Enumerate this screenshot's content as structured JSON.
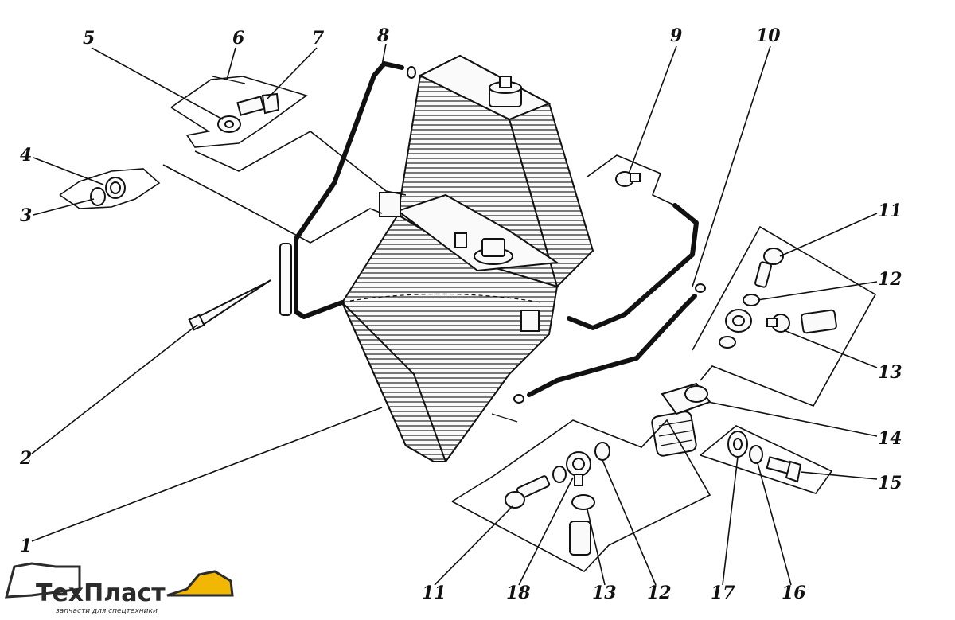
{
  "callouts": {
    "c1": "1",
    "c2": "2",
    "c3": "3",
    "c4": "4",
    "c5": "5",
    "c6": "6",
    "c7": "7",
    "c8": "8",
    "c9": "9",
    "c10": "10",
    "c11a": "11",
    "c12a": "12",
    "c13a": "13",
    "c14": "14",
    "c15": "15",
    "c11b": "11",
    "c18": "18",
    "c13b": "13",
    "c12b": "12",
    "c17": "17",
    "c16": "16"
  },
  "logo": {
    "name": "ТехПласт",
    "tagline": "запчасти для спецтехники",
    "accent_color": "#f2b705"
  }
}
